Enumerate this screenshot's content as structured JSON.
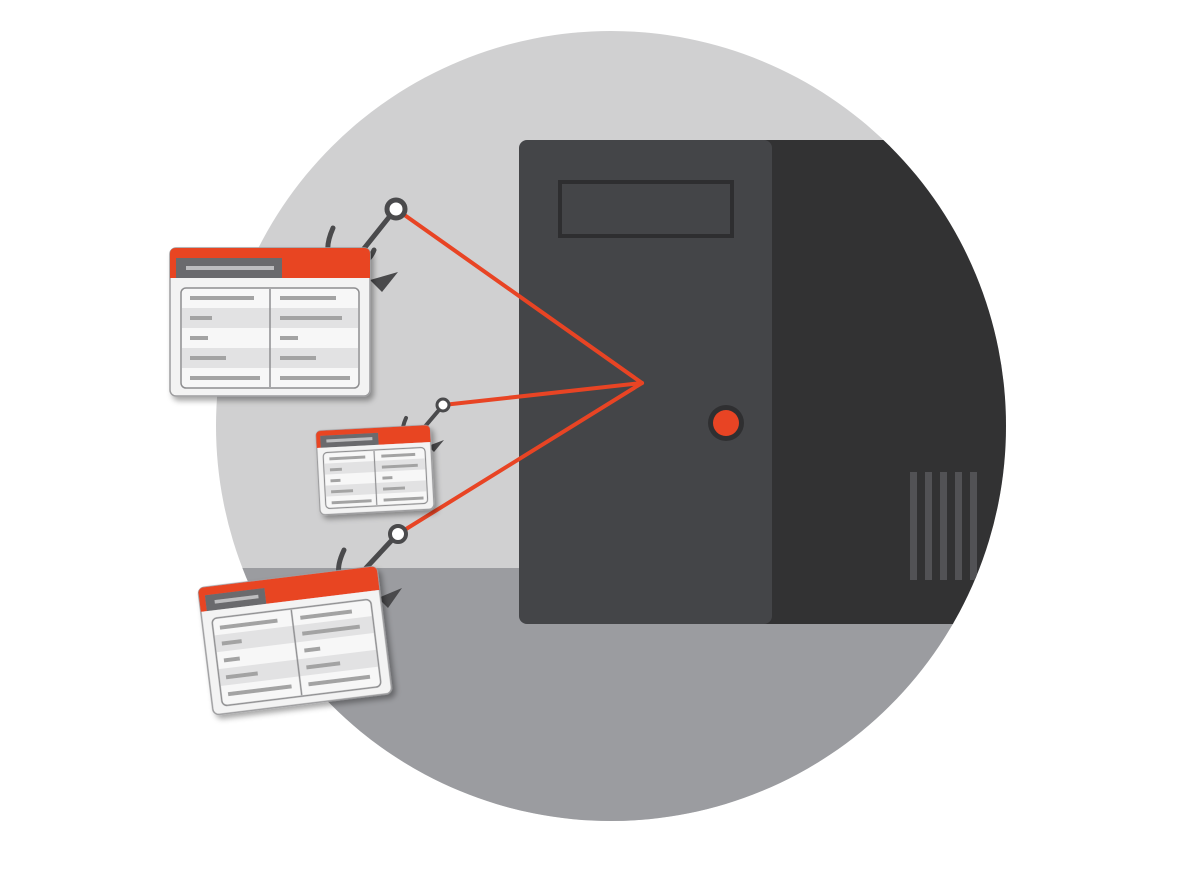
{
  "colors": {
    "background": "#ffffff",
    "circle_wall": "#d0d0d1",
    "circle_floor": "#9b9ca0",
    "tower_front": "#444548",
    "tower_side": "#323233",
    "accent_red": "#e84424",
    "hook_gray": "#4a4a4c",
    "form_body": "#f3f3f3",
    "form_line": "#a3a3a3"
  },
  "icons": {
    "computer": "server-tower-icon",
    "hook": "fishing-hook-icon",
    "form": "credential-form-icon"
  },
  "forms": [
    {
      "name": "large",
      "rows": 5
    },
    {
      "name": "small",
      "rows": 5
    },
    {
      "name": "medium",
      "rows": 5
    }
  ]
}
